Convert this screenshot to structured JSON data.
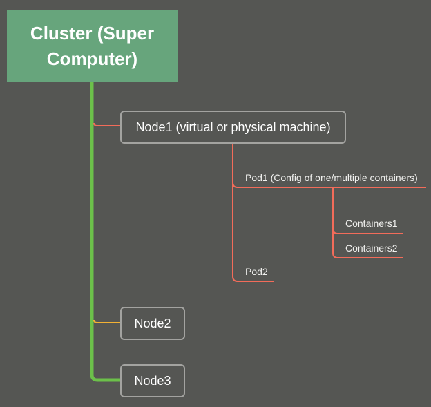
{
  "diagram": {
    "root": {
      "label": "Cluster (Super Computer)"
    },
    "nodes": [
      {
        "label": "Node1 (virtual or physical machine)",
        "connector_color": "#f26c5a"
      },
      {
        "label": "Node2",
        "connector_color": "#f2b134"
      },
      {
        "label": "Node3",
        "connector_color": "#6cc04a"
      }
    ],
    "pods": [
      {
        "label": "Pod1 (Config of one/multiple containers)"
      },
      {
        "label": "Pod2"
      }
    ],
    "containers": [
      {
        "label": "Containers1"
      },
      {
        "label": "Containers2"
      }
    ],
    "colors": {
      "background": "#555653",
      "root_fill": "#67a57c",
      "trunk": "#6cc04a",
      "branch": "#f26c5a"
    }
  }
}
